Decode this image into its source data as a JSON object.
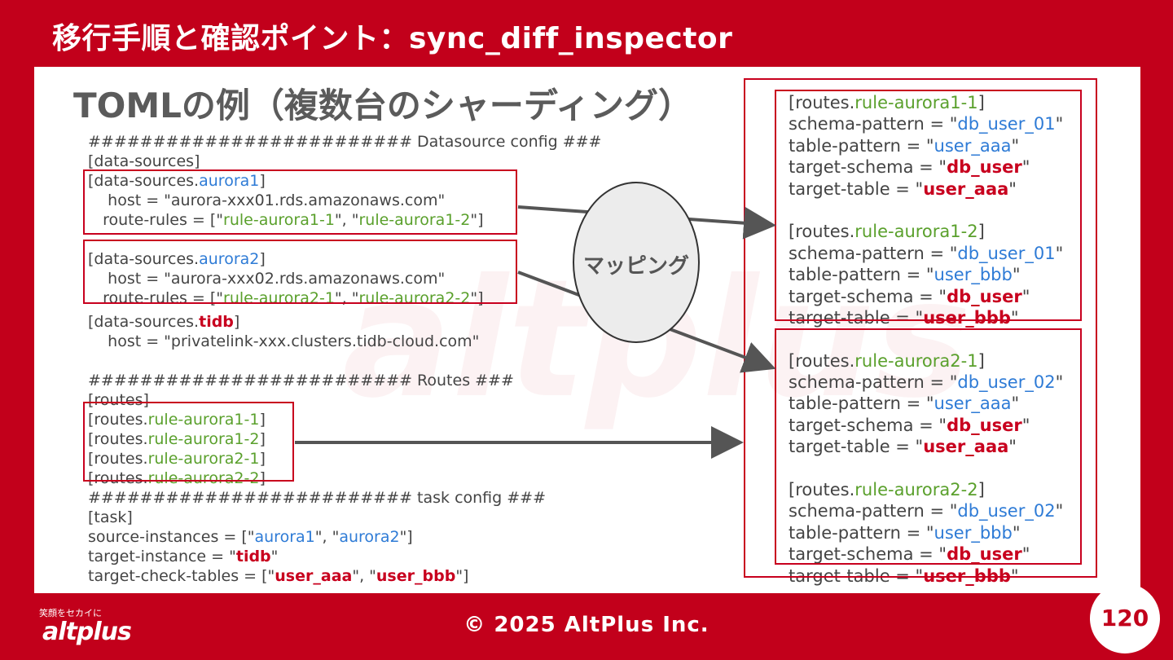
{
  "header": {
    "title": "移行手順と確認ポイント：sync_diff_inspector"
  },
  "slide": {
    "subtitle": "TOMLの例（複数台のシャーディング）"
  },
  "left_code": [
    [
      {
        "t": "######################### Datasource config ###"
      }
    ],
    [
      {
        "t": "[data-sources]"
      }
    ],
    [
      {
        "t": "[data-sources."
      },
      {
        "t": "aurora1",
        "c": "b"
      },
      {
        "t": "]"
      }
    ],
    [
      {
        "t": "    host = \"aurora-xxx01.rds.amazonaws.com\""
      }
    ],
    [
      {
        "t": "   route-rules = [\""
      },
      {
        "t": "rule-aurora1-1",
        "c": "g"
      },
      {
        "t": "\", \""
      },
      {
        "t": "rule-aurora1-2",
        "c": "g"
      },
      {
        "t": "\"]"
      }
    ],
    [
      {
        "t": ""
      }
    ],
    [
      {
        "t": "[data-sources."
      },
      {
        "t": "aurora2",
        "c": "b"
      },
      {
        "t": "]"
      }
    ],
    [
      {
        "t": "    host = \"aurora-xxx02.rds.amazonaws.com\""
      }
    ],
    [
      {
        "t": "   route-rules = [\""
      },
      {
        "t": "rule-aurora2-1",
        "c": "g"
      },
      {
        "t": "\", \""
      },
      {
        "t": "rule-aurora2-2",
        "c": "g"
      },
      {
        "t": "\"]"
      }
    ]
  ],
  "left_code2": [
    [
      {
        "t": "[data-sources."
      },
      {
        "t": "tidb",
        "c": "r"
      },
      {
        "t": "]"
      }
    ],
    [
      {
        "t": "    host = \"privatelink-xxx.clusters.tidb-cloud.com\""
      }
    ],
    [
      {
        "t": ""
      }
    ],
    [
      {
        "t": "######################### Routes ###"
      }
    ],
    [
      {
        "t": "[routes]"
      }
    ],
    [
      {
        "t": "[routes."
      },
      {
        "t": "rule-aurora1-1",
        "c": "g"
      },
      {
        "t": "]"
      }
    ],
    [
      {
        "t": "[routes."
      },
      {
        "t": "rule-aurora1-2",
        "c": "g"
      },
      {
        "t": "]"
      }
    ],
    [
      {
        "t": "[routes."
      },
      {
        "t": "rule-aurora2-1",
        "c": "g"
      },
      {
        "t": "]"
      }
    ],
    [
      {
        "t": "[routes."
      },
      {
        "t": "rule-aurora2-2",
        "c": "g"
      },
      {
        "t": "]"
      }
    ],
    [
      {
        "t": "######################### task config ###"
      }
    ],
    [
      {
        "t": "[task]"
      }
    ],
    [
      {
        "t": "source-instances = [\""
      },
      {
        "t": "aurora1",
        "c": "b"
      },
      {
        "t": "\", \""
      },
      {
        "t": "aurora2",
        "c": "b"
      },
      {
        "t": "\"]"
      }
    ],
    [
      {
        "t": "target-instance = \""
      },
      {
        "t": "tidb",
        "c": "r"
      },
      {
        "t": "\""
      }
    ],
    [
      {
        "t": "target-check-tables = [\""
      },
      {
        "t": "user_aaa",
        "c": "r"
      },
      {
        "t": "\", \""
      },
      {
        "t": "user_bbb",
        "c": "r"
      },
      {
        "t": "\"]"
      }
    ]
  ],
  "right_code": [
    [
      {
        "t": "[routes."
      },
      {
        "t": "rule-aurora1-1",
        "c": "g"
      },
      {
        "t": "]"
      }
    ],
    [
      {
        "t": "schema-pattern = \""
      },
      {
        "t": "db_user_01",
        "c": "b"
      },
      {
        "t": "\""
      }
    ],
    [
      {
        "t": "table-pattern = \""
      },
      {
        "t": "user_aaa",
        "c": "b"
      },
      {
        "t": "\""
      }
    ],
    [
      {
        "t": "target-schema = \""
      },
      {
        "t": "db_user",
        "c": "r"
      },
      {
        "t": "\""
      }
    ],
    [
      {
        "t": "target-table = \""
      },
      {
        "t": "user_aaa",
        "c": "r"
      },
      {
        "t": "\""
      }
    ],
    [
      {
        "t": ""
      }
    ],
    [
      {
        "t": "[routes."
      },
      {
        "t": "rule-aurora1-2",
        "c": "g"
      },
      {
        "t": "]"
      }
    ],
    [
      {
        "t": "schema-pattern = \""
      },
      {
        "t": "db_user_01",
        "c": "b"
      },
      {
        "t": "\""
      }
    ],
    [
      {
        "t": "table-pattern = \""
      },
      {
        "t": "user_bbb",
        "c": "b"
      },
      {
        "t": "\""
      }
    ],
    [
      {
        "t": "target-schema = \""
      },
      {
        "t": "db_user",
        "c": "r"
      },
      {
        "t": "\""
      }
    ],
    [
      {
        "t": "target-table = \""
      },
      {
        "t": "user_bbb",
        "c": "r"
      },
      {
        "t": "\""
      }
    ],
    [
      {
        "t": ""
      }
    ],
    [
      {
        "t": "[routes."
      },
      {
        "t": "rule-aurora2-1",
        "c": "g"
      },
      {
        "t": "]"
      }
    ],
    [
      {
        "t": "schema-pattern = \""
      },
      {
        "t": "db_user_02",
        "c": "b"
      },
      {
        "t": "\""
      }
    ],
    [
      {
        "t": "table-pattern = \""
      },
      {
        "t": "user_aaa",
        "c": "b"
      },
      {
        "t": "\""
      }
    ],
    [
      {
        "t": "target-schema = \""
      },
      {
        "t": "db_user",
        "c": "r"
      },
      {
        "t": "\""
      }
    ],
    [
      {
        "t": "target-table = \""
      },
      {
        "t": "user_aaa",
        "c": "r"
      },
      {
        "t": "\""
      }
    ],
    [
      {
        "t": ""
      }
    ],
    [
      {
        "t": "[routes."
      },
      {
        "t": "rule-aurora2-2",
        "c": "g"
      },
      {
        "t": "]"
      }
    ],
    [
      {
        "t": "schema-pattern = \""
      },
      {
        "t": "db_user_02",
        "c": "b"
      },
      {
        "t": "\""
      }
    ],
    [
      {
        "t": "table-pattern = \""
      },
      {
        "t": "user_bbb",
        "c": "b"
      },
      {
        "t": "\""
      }
    ],
    [
      {
        "t": "target-schema = \""
      },
      {
        "t": "db_user",
        "c": "r"
      },
      {
        "t": "\""
      }
    ],
    [
      {
        "t": "target-table = \""
      },
      {
        "t": "user_bbb",
        "c": "r"
      },
      {
        "t": "\""
      }
    ]
  ],
  "diagram": {
    "ellipse_label": "マッピング"
  },
  "footer": {
    "copyright": "© 2025 AltPlus Inc.",
    "page_number": "120"
  },
  "logo": {
    "text": "altplus",
    "tagline": "笑顔をセカイに"
  },
  "colors": {
    "brand_red": "#c2001b",
    "green": "#5aa02c",
    "blue": "#2e7bd6",
    "red": "#c8001e"
  }
}
